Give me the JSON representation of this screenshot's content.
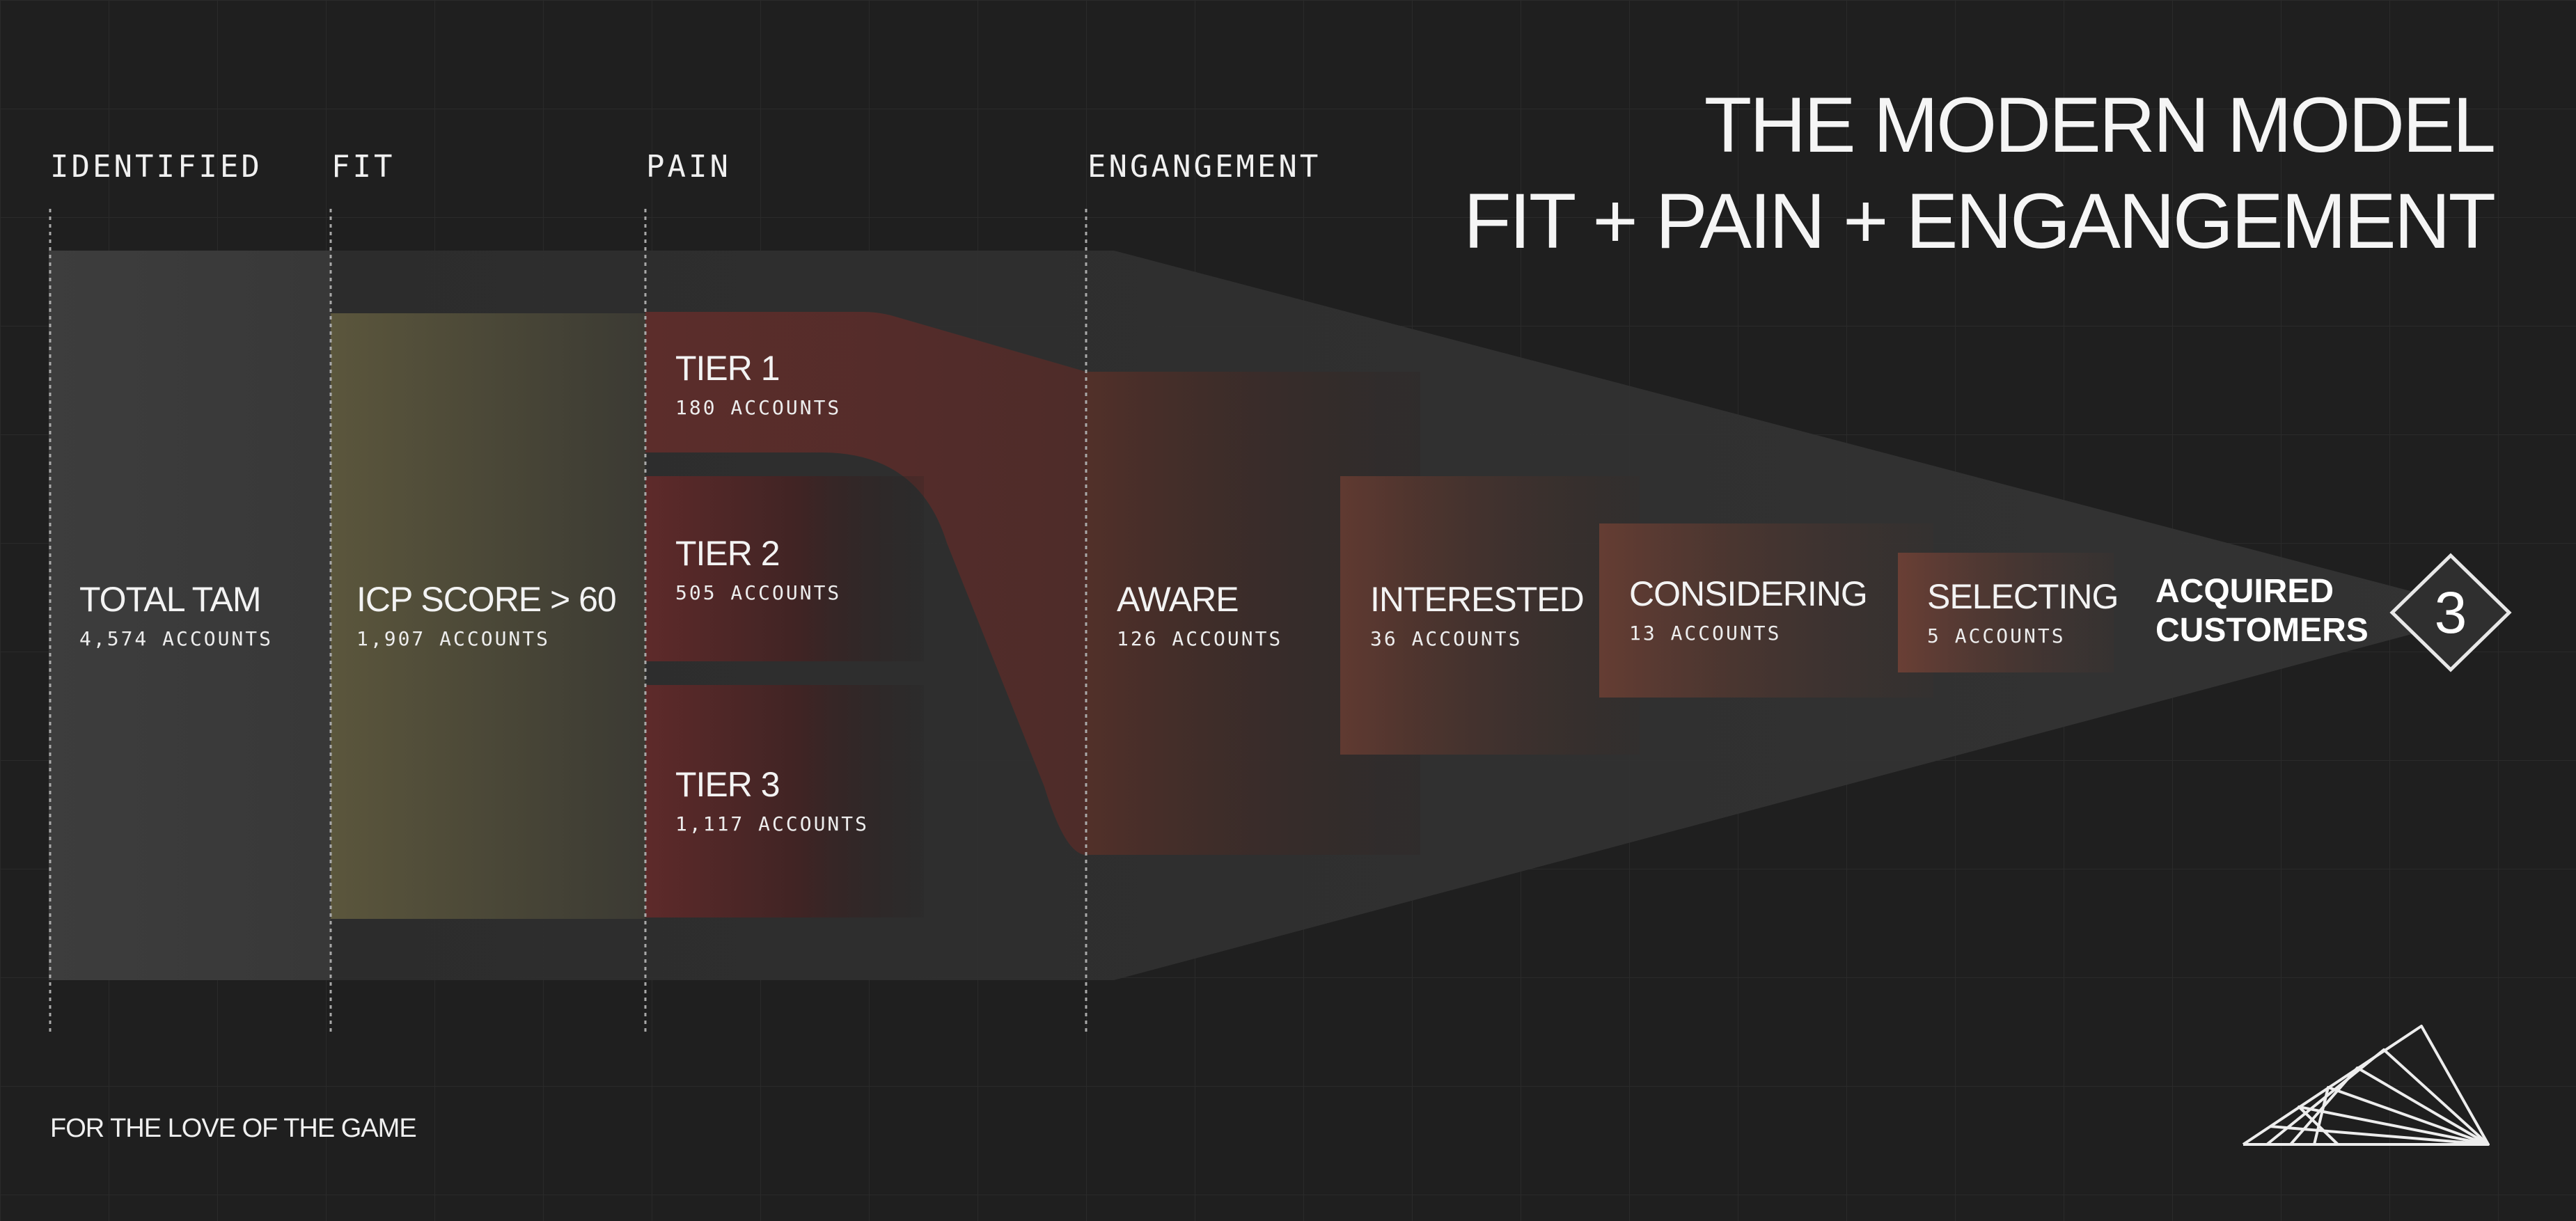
{
  "headline": {
    "line1": "THE MODERN MODEL",
    "line2": "FIT + PAIN + ENGANGEMENT"
  },
  "stage_labels": {
    "identified": "IDENTIFIED",
    "fit": "FIT",
    "pain": "PAIN",
    "engagement": "ENGANGEMENT"
  },
  "boxes": {
    "total_tam": {
      "name": "TOTAL TAM",
      "count": "4,574 ACCOUNTS"
    },
    "icp_score": {
      "name": "ICP SCORE > 60",
      "count": "1,907 ACCOUNTS"
    },
    "tier1": {
      "name": "TIER 1",
      "count": "180 ACCOUNTS"
    },
    "tier2": {
      "name": "TIER 2",
      "count": "505 ACCOUNTS"
    },
    "tier3": {
      "name": "TIER 3",
      "count": "1,117 ACCOUNTS"
    },
    "aware": {
      "name": "AWARE",
      "count": "126 ACCOUNTS"
    },
    "interested": {
      "name": "INTERESTED",
      "count": "36 ACCOUNTS"
    },
    "considering": {
      "name": "CONSIDERING",
      "count": "13 ACCOUNTS"
    },
    "selecting": {
      "name": "SELECTING",
      "count": "5 ACCOUNTS"
    }
  },
  "acquired": {
    "line1": "ACQUIRED",
    "line2": "CUSTOMERS",
    "value": "3"
  },
  "tagline": "FOR THE LOVE OF THE GAME",
  "icons": {
    "diamond": "diamond-badge-icon",
    "logo": "mountain-logo-icon"
  },
  "colors": {
    "background": "#1f1f1f",
    "fit_olive": "#5b563c",
    "pain_red": "#5e2c2c",
    "engagement_rust": "#6a3a32",
    "neutral_gray": "#3a3a3a"
  }
}
